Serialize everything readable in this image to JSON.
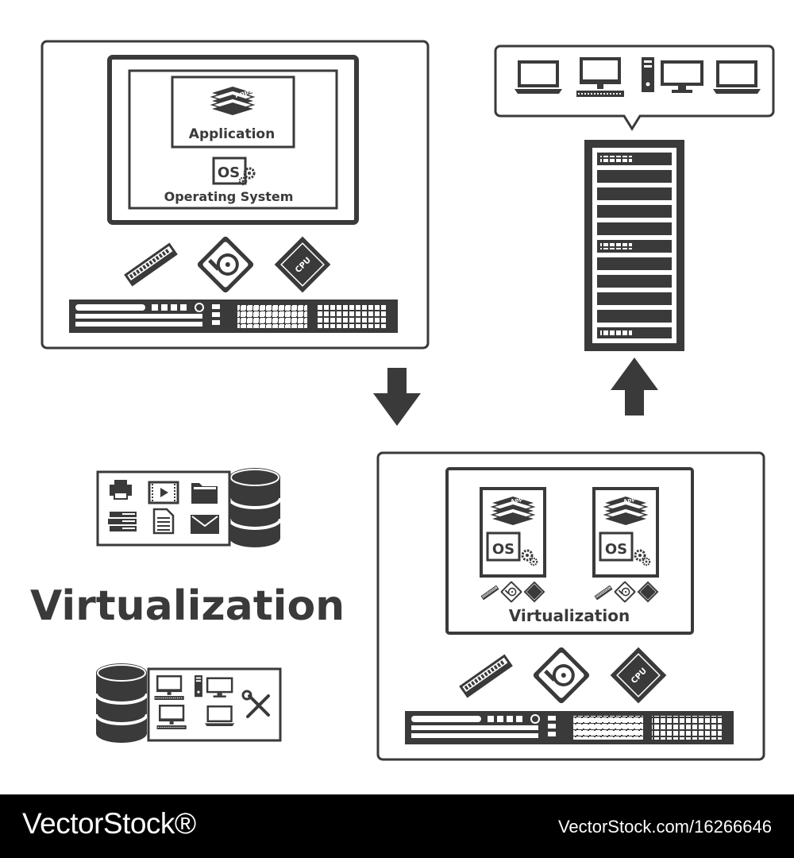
{
  "labels": {
    "application": "Application",
    "operating_system": "Operating System",
    "apps": "Apps",
    "os": "OS",
    "cpu": "CPU",
    "virtualization_title": "Virtualization",
    "virtualization_inner": "Virtualization"
  },
  "footer": {
    "brand": "VectorStock®",
    "url": "VectorStock.com/16266646"
  },
  "colors": {
    "ink": "#3a3a3a",
    "background": "#ffffff",
    "footer": "#000000"
  }
}
